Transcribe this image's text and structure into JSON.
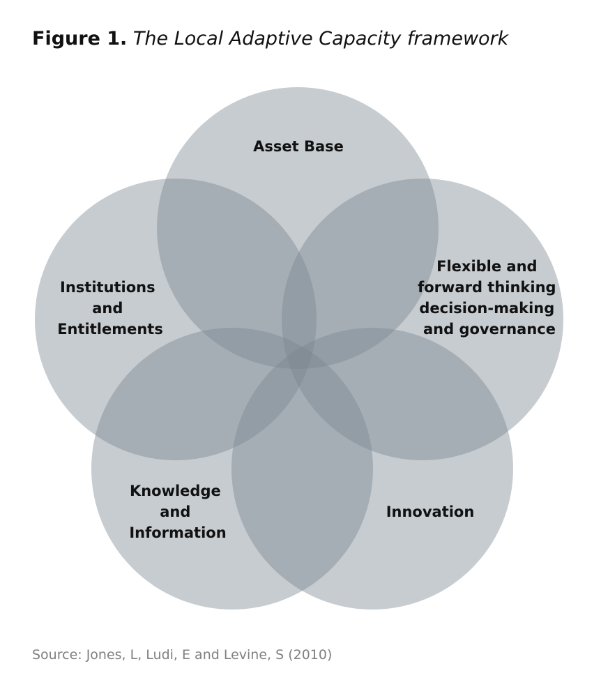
{
  "figure": {
    "label": "Figure 1.",
    "caption": "The Local Adaptive Capacity framework"
  },
  "diagram": {
    "type": "venn",
    "fill_color": "#7a8590",
    "sets": [
      {
        "id": "asset-base",
        "lines": [
          "Asset Base"
        ]
      },
      {
        "id": "institutions",
        "lines": [
          "Institutions",
          "and",
          "Entitlements"
        ]
      },
      {
        "id": "governance",
        "lines": [
          "Flexible and",
          "forward thinking",
          "decision-making",
          "and governance"
        ]
      },
      {
        "id": "knowledge",
        "lines": [
          "Knowledge",
          "and",
          "Information"
        ]
      },
      {
        "id": "innovation",
        "lines": [
          "Innovation"
        ]
      }
    ]
  },
  "source": "Source: Jones, L, Ludi, E and Levine, S (2010)"
}
